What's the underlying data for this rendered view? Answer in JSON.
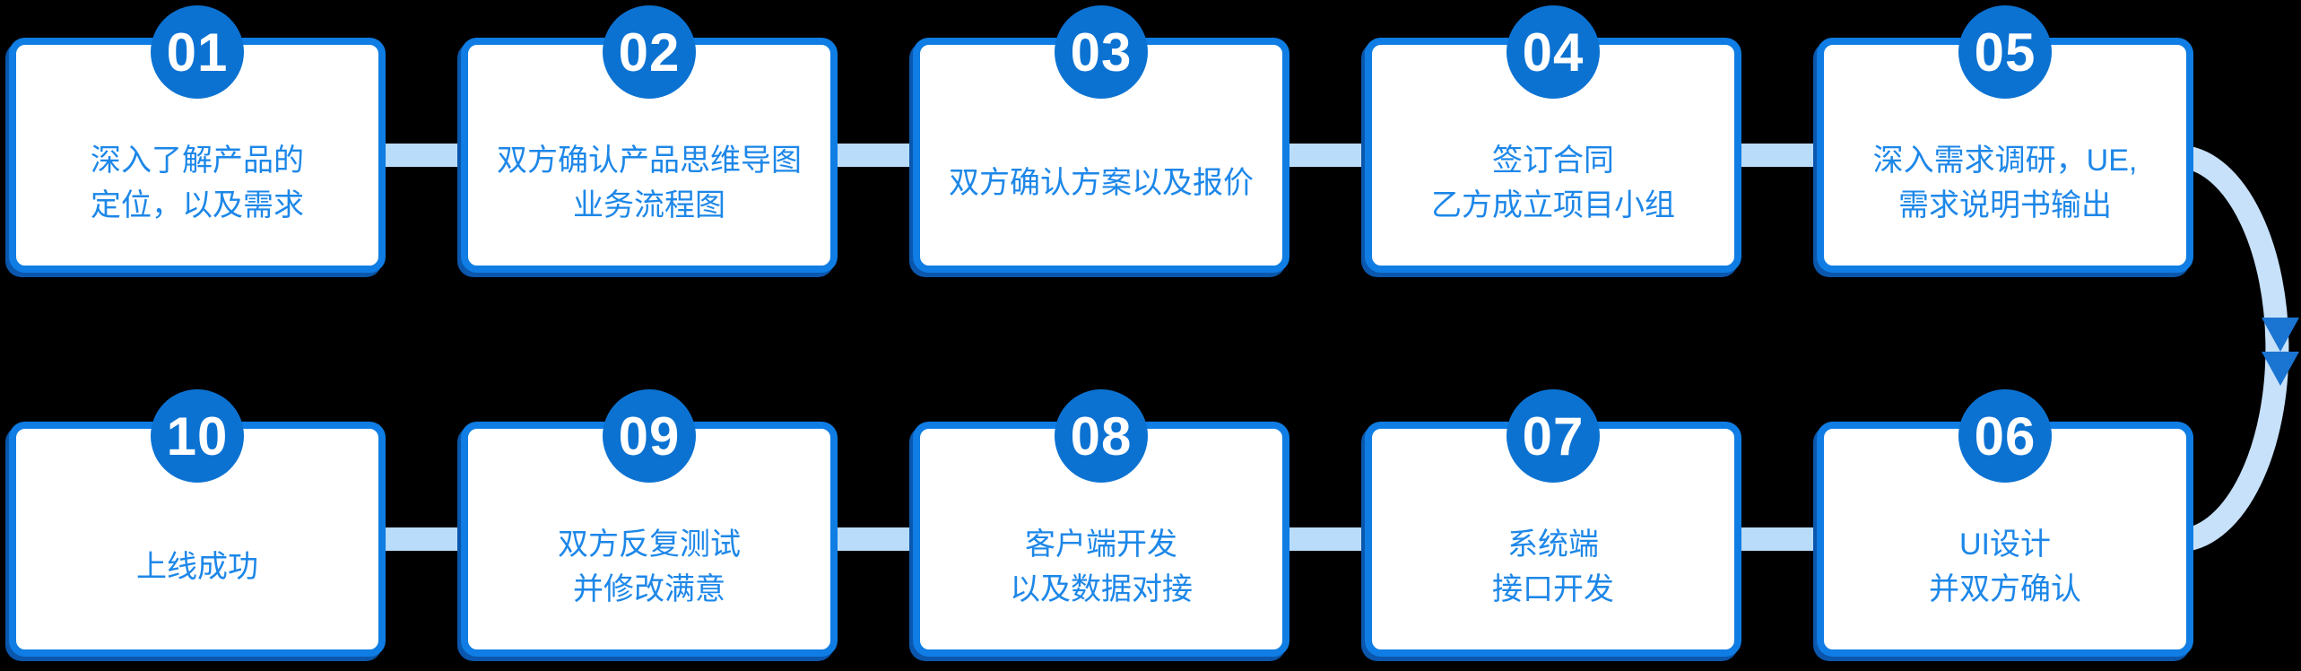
{
  "colors": {
    "background": "#000000",
    "card_bg": "#ffffff",
    "card_border": "#0f7de4",
    "card_shadow": "#0a57ad",
    "badge_fill": "#0b72d2",
    "badge_text": "#ffffff",
    "step_text": "#1d87e8",
    "connector": "#b9dcfa",
    "arc": "#c7e1fb",
    "arrow": "#1a75d2"
  },
  "rows": [
    {
      "steps": [
        {
          "number": "01",
          "lines": [
            "深入了解产品的",
            "定位，以及需求"
          ]
        },
        {
          "number": "02",
          "lines": [
            "双方确认产品思维导图",
            "业务流程图"
          ]
        },
        {
          "number": "03",
          "lines": [
            "双方确认方案以及报价"
          ]
        },
        {
          "number": "04",
          "lines": [
            "签订合同",
            "乙方成立项目小组"
          ]
        },
        {
          "number": "05",
          "lines": [
            "深入需求调研，UE,",
            "需求说明书输出"
          ]
        }
      ]
    },
    {
      "steps": [
        {
          "number": "10",
          "lines": [
            "上线成功"
          ]
        },
        {
          "number": "09",
          "lines": [
            "双方反复测试",
            "并修改满意"
          ]
        },
        {
          "number": "08",
          "lines": [
            "客户端开发",
            "以及数据对接"
          ]
        },
        {
          "number": "07",
          "lines": [
            "系统端",
            "接口开发"
          ]
        },
        {
          "number": "06",
          "lines": [
            "UI设计",
            "并双方确认"
          ]
        }
      ]
    }
  ]
}
